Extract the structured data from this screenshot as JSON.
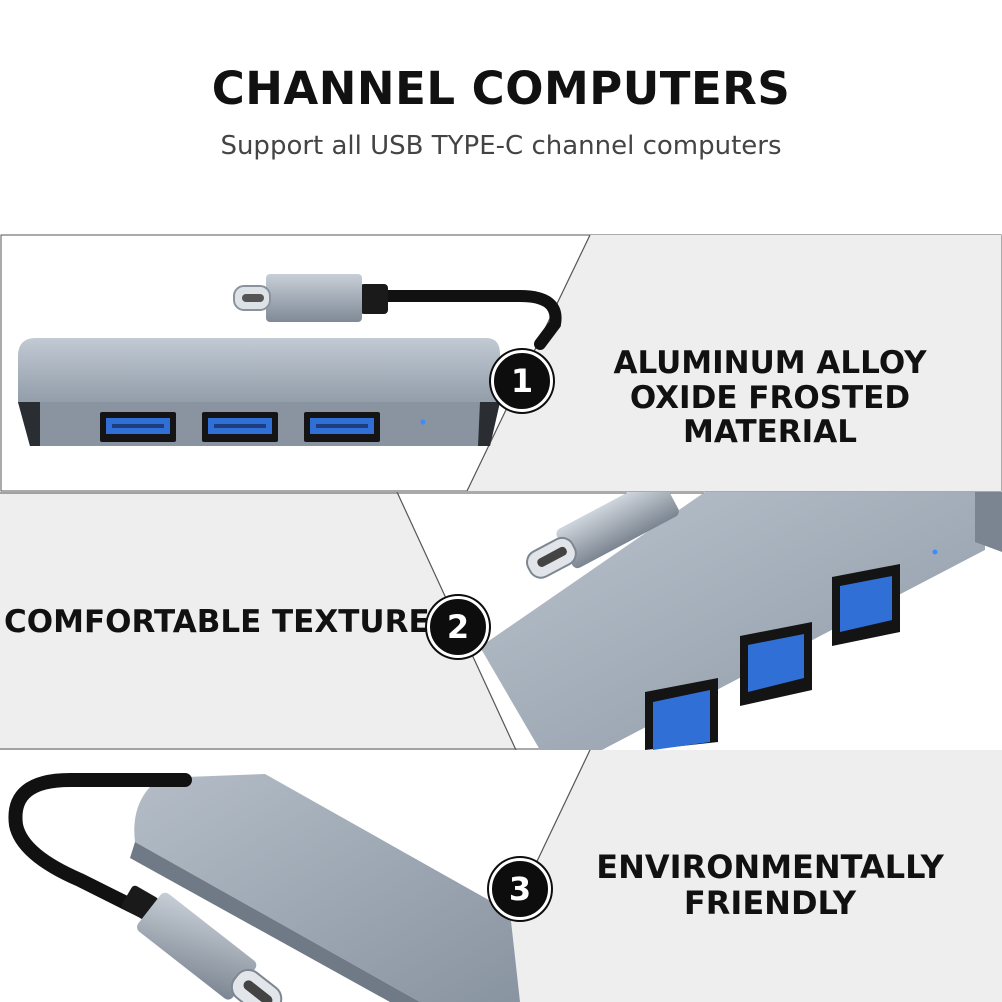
{
  "header": {
    "title": "CHANNEL COMPUTERS",
    "subtitle": "Support all USB TYPE-C channel computers"
  },
  "features": [
    {
      "number": "1",
      "line1": "ALUMINUM ALLOY",
      "line2": "OXIDE FROSTED MATERIAL"
    },
    {
      "number": "2",
      "line1": "COMFORTABLE TEXTURE",
      "line2": ""
    },
    {
      "number": "3",
      "line1": "ENVIRONMENTALLY",
      "line2": "FRIENDLY"
    }
  ],
  "colors": {
    "panel_gray": "#eeeeee",
    "aluminum": "#9aa5b1",
    "usb_blue": "#2f6fd6",
    "badge": "#0d0d0d"
  }
}
